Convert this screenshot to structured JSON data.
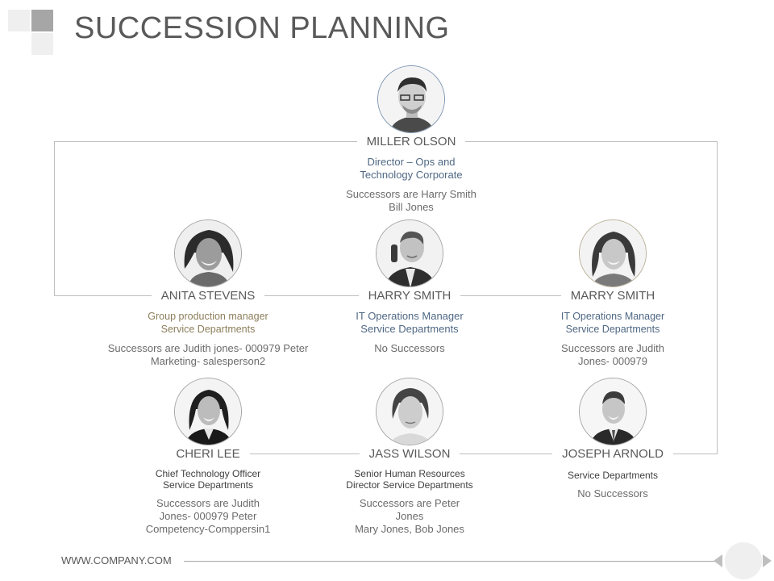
{
  "title": "SUCCESSION PLANNING",
  "footer": {
    "website": "WWW.COMPANY.COM"
  },
  "people": [
    {
      "name": "MILLER OLSON",
      "role": [
        "Director – Ops and",
        "Technology Corporate"
      ],
      "successors": [
        "Successors are Harry Smith",
        "Bill Jones"
      ]
    },
    {
      "name": "ANITA STEVENS",
      "role": [
        "Group production manager",
        "Service Departments"
      ],
      "successors": [
        "Successors are Judith jones- 000979 Peter",
        "Marketing- salesperson2"
      ]
    },
    {
      "name": "HARRY SMITH",
      "role": [
        "IT Operations Manager",
        "Service Departments"
      ],
      "successors": [
        "No Successors"
      ]
    },
    {
      "name": "MARRY SMITH",
      "role": [
        "IT Operations Manager",
        "Service Departments"
      ],
      "successors": [
        "Successors are Judith",
        "Jones- 000979"
      ]
    },
    {
      "name": "CHERI LEE",
      "role": [
        "Chief Technology Officer",
        "Service Departments"
      ],
      "successors": [
        "Successors are Judith",
        "Jones- 000979 Peter",
        "Competency-Comppersin1"
      ]
    },
    {
      "name": "JASS WILSON",
      "role": [
        "Senior Human Resources",
        "Director Service Departments"
      ],
      "successors": [
        "Successors are Peter",
        "Jones",
        "Mary Jones, Bob Jones"
      ]
    },
    {
      "name": "JOSEPH ARNOLD",
      "role": [
        "Service Departments"
      ],
      "successors": [
        "No Successors"
      ]
    }
  ],
  "colors": {
    "accent_blue": "#4f6884",
    "accent_olive": "#8c7e5a",
    "text_gray": "#595959",
    "line_gray": "#bfbfbf"
  },
  "icons": [
    "person-photo-icon",
    "arrow-left-icon",
    "arrow-right-icon"
  ]
}
